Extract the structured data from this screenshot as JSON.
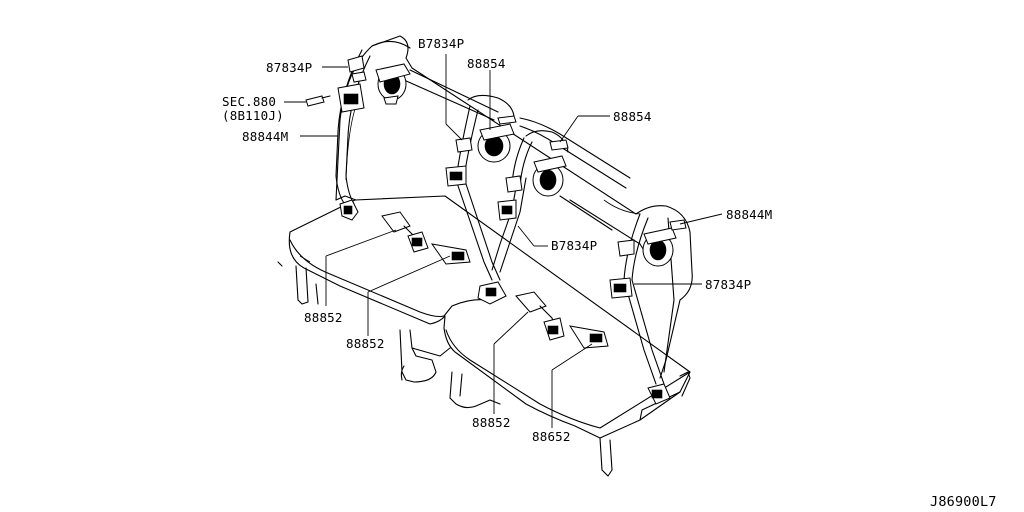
{
  "diagram": {
    "drawing_number": "J86900L7",
    "callouts": [
      {
        "id": "c1",
        "text": "87834P"
      },
      {
        "id": "c2",
        "text": "B7834P"
      },
      {
        "id": "c3",
        "text": "88854"
      },
      {
        "id": "c4",
        "text": "SEC.880"
      },
      {
        "id": "c5",
        "text": "(8B110J)"
      },
      {
        "id": "c6",
        "text": "88854"
      },
      {
        "id": "c7",
        "text": "88844M"
      },
      {
        "id": "c8",
        "text": "88844M"
      },
      {
        "id": "c9",
        "text": "B7834P"
      },
      {
        "id": "c10",
        "text": "87834P"
      },
      {
        "id": "c11",
        "text": "88852"
      },
      {
        "id": "c12",
        "text": "88852"
      },
      {
        "id": "c13",
        "text": "88852"
      },
      {
        "id": "c14",
        "text": "88652"
      }
    ]
  }
}
